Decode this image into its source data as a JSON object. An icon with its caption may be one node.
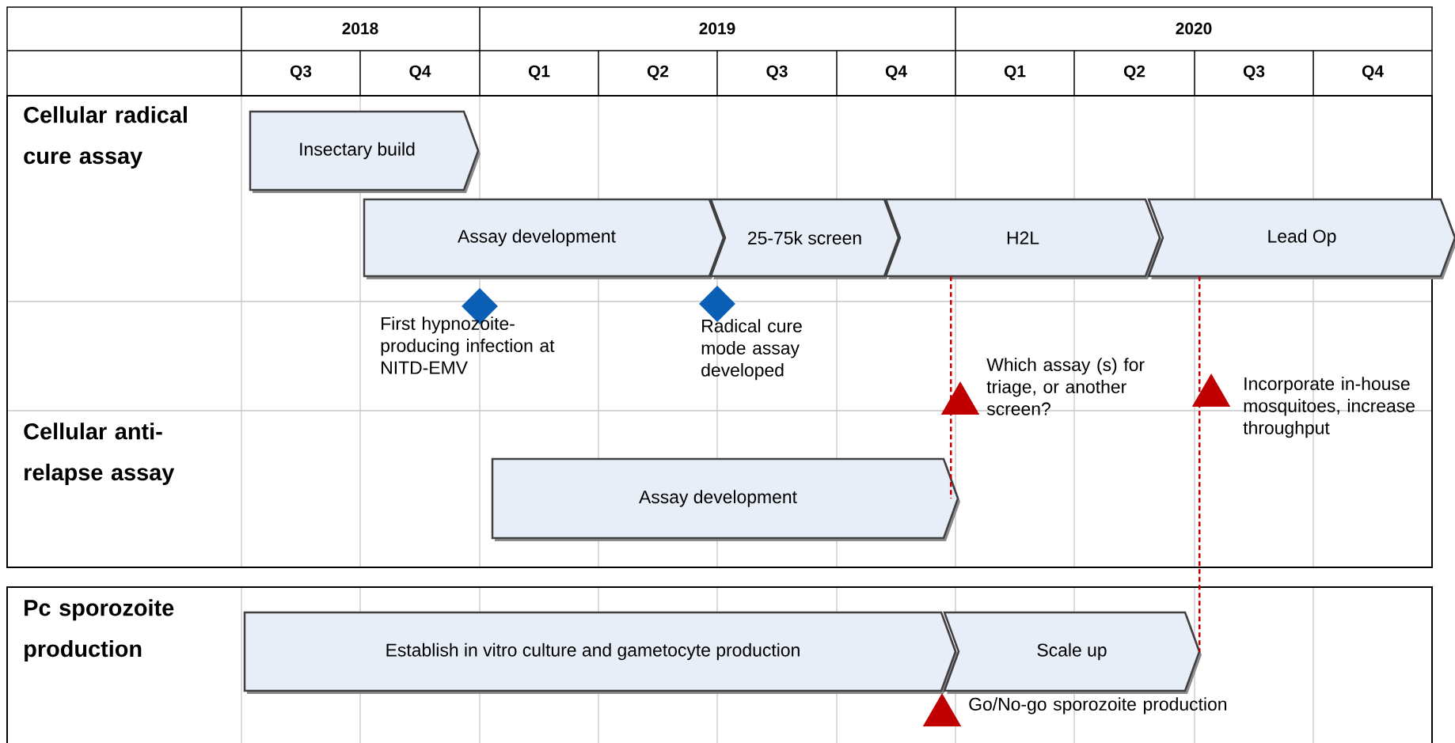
{
  "diagram": {
    "nodes": [
      {
        "text": [
          "Insectary build"
        ]
      },
      {
        "text": [
          "Assay development"
        ]
      },
      {
        "text": [
          "25-75k screen"
        ]
      },
      {
        "text": [
          "H2L"
        ]
      },
      {
        "text": [
          "Lead Op"
        ]
      },
      {
        "text": [],
        "shape": "diamond",
        "beside": [
          "First hypnozoite-producing infection at NITD-EMV"
        ]
      },
      {
        "text": [],
        "shape": "diamond",
        "beside": [
          "Radical cure mode assay developed"
        ]
      },
      {
        "text": [
          "Assay development"
        ]
      },
      {
        "text": [],
        "shape": "triangle",
        "beside": [
          "Which assay (s) for triage, or another screen?"
        ]
      },
      {
        "text": [],
        "shape": "triangle",
        "beside": [
          "Incorporate in-house mosquitoes, increase throughput"
        ]
      },
      {
        "text": [
          "Establish in vitro culture and gametocyte production"
        ]
      },
      {
        "text": [
          "Scale up"
        ]
      },
      {
        "text": [],
        "shape": "triangle",
        "beside": [
          "Go/No-go sporozoite production"
        ]
      }
    ],
    "edges": [
      {
        "from": 3,
        "to": 7,
        "arrow": "none",
        "style": "dashed"
      },
      {
        "from": 4,
        "to": 11,
        "arrow": "none",
        "style": "dashed"
      }
    ],
    "labels": [
      "2018",
      "2019",
      "2020",
      "Q3",
      "Q4",
      "Q1",
      "Q2",
      "Q3",
      "Q4",
      "Q1",
      "Q2",
      "Q3",
      "Q4",
      "Cellular radical cure assay",
      "Cellular anti-relapse assay",
      "Pc sporozoite production"
    ]
  }
}
